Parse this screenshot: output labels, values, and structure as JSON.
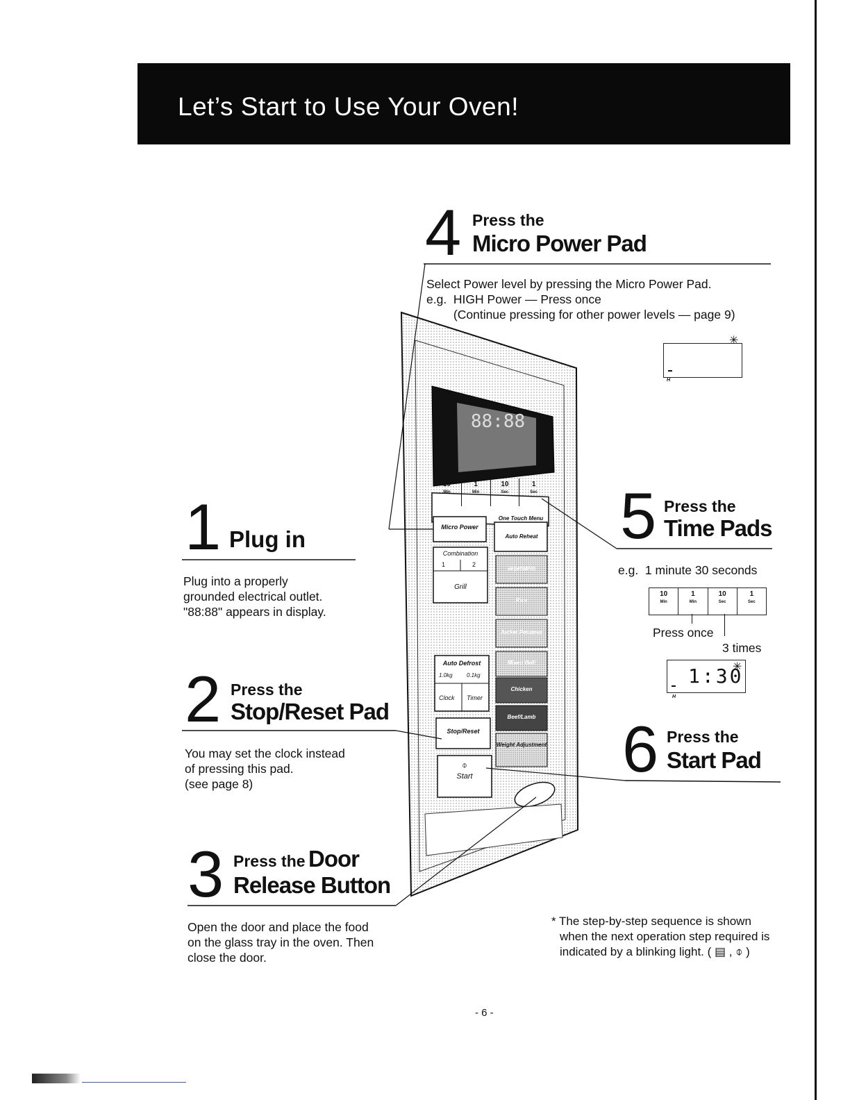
{
  "banner": {
    "title": "Let’s Start to Use Your Oven!"
  },
  "step1": {
    "number": "1",
    "heading": "Plug in",
    "body": [
      "Plug into a properly",
      "grounded electrical outlet.",
      "\"88:88\" appears in display."
    ]
  },
  "step2": {
    "number": "2",
    "small": "Press the",
    "big": "Stop/Reset Pad",
    "body": [
      "You may set the clock instead",
      "of pressing this pad.",
      "(see page 8)"
    ]
  },
  "step3": {
    "number": "3",
    "small": "Press the",
    "small_big": "Door",
    "big": "Release Button",
    "body": [
      "Open the door and place the food",
      "on the glass tray in the oven. Then",
      "close the door."
    ]
  },
  "step4": {
    "number": "4",
    "small": "Press the",
    "big": "Micro Power Pad",
    "body": [
      "Select Power level by pressing the Micro Power Pad.",
      "e.g.  HIGH Power — Press once",
      "        (Continue pressing for other power levels — page 9)"
    ],
    "display_h": "H"
  },
  "step5": {
    "number": "5",
    "small": "Press the",
    "big": "Time Pads",
    "example": "e.g.  1 minute 30 seconds",
    "keys": [
      {
        "value": "10",
        "unit": "Min"
      },
      {
        "value": "1",
        "unit": "Min"
      },
      {
        "value": "10",
        "unit": "Sec"
      },
      {
        "value": "1",
        "unit": "Sec"
      }
    ],
    "press_once": "Press once",
    "times": "3 times",
    "display": "1:30",
    "display_h": "H"
  },
  "step6": {
    "number": "6",
    "small": "Press the",
    "big": "Start Pad"
  },
  "panel": {
    "display_text": "88:88",
    "time_keys": [
      {
        "value": "10",
        "unit": "Min"
      },
      {
        "value": "1",
        "unit": "Min"
      },
      {
        "value": "10",
        "unit": "Sec"
      },
      {
        "value": "1",
        "unit": "Sec"
      }
    ],
    "micro_power": "Micro Power",
    "one_touch_menu": "One Touch Menu",
    "combination": "Combination",
    "combo_1": "1",
    "combo_2": "2",
    "grill": "Grill",
    "menu_items": [
      "Auto Reheat",
      "Vegetables",
      "Rice",
      "Jacket Potatoes",
      "Mixed Grill",
      "Chicken",
      "Beef/Lamb"
    ],
    "auto_defrost": "Auto Defrost",
    "defrost_10kg": "1.0kg",
    "defrost_01kg": "0.1kg",
    "clock": "Clock",
    "timer": "Timer",
    "stop_reset": "Stop/Reset",
    "weight_adjustment": "Weight Adjustment",
    "start_symbol": "⌽",
    "start": "Start"
  },
  "footnote": {
    "lines": [
      "* The step-by-step sequence is shown",
      "when the next operation step required is",
      "indicated by a blinking light. ( ▤ , ⌽ )"
    ]
  },
  "page_number": "- 6 -"
}
